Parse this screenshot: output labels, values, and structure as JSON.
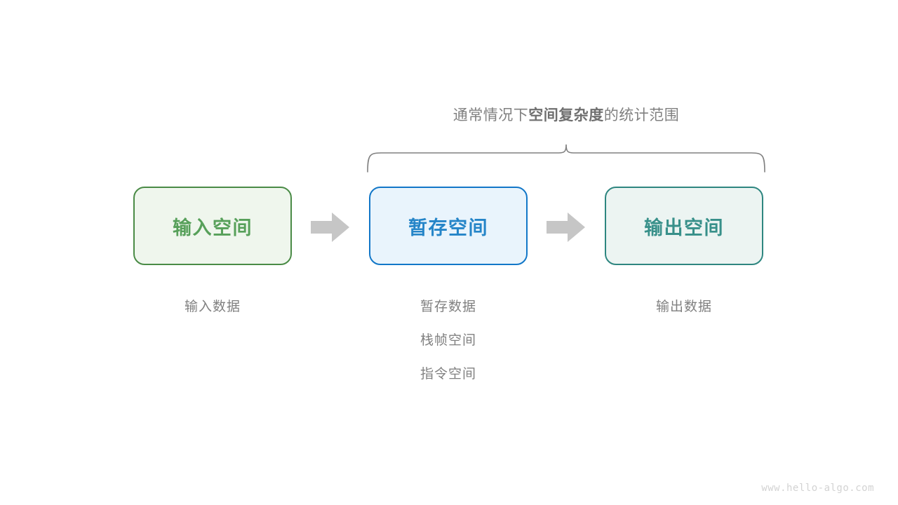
{
  "diagram": {
    "brace_caption": {
      "prefix": "通常情况下",
      "emphasis": "空间复杂度",
      "suffix": "的统计范围"
    },
    "boxes": [
      {
        "id": "input",
        "label": "输入空间",
        "border_color": "#4a8b46",
        "fill_color": "#eff6ed",
        "text_color": "#57a05a"
      },
      {
        "id": "temp",
        "label": "暂存空间",
        "border_color": "#1277c8",
        "fill_color": "#e9f4fc",
        "text_color": "#2585c8"
      },
      {
        "id": "output",
        "label": "输出空间",
        "border_color": "#2e8680",
        "fill_color": "#ecf4f2",
        "text_color": "#38908a"
      }
    ],
    "arrow_color": "#c6c6c6",
    "brace_color": "#808080",
    "captions": {
      "input": [
        "输入数据"
      ],
      "temp": [
        "暂存数据",
        "栈帧空间",
        "指令空间"
      ],
      "output": [
        "输出数据"
      ]
    },
    "watermark": "www.hello-algo.com"
  }
}
